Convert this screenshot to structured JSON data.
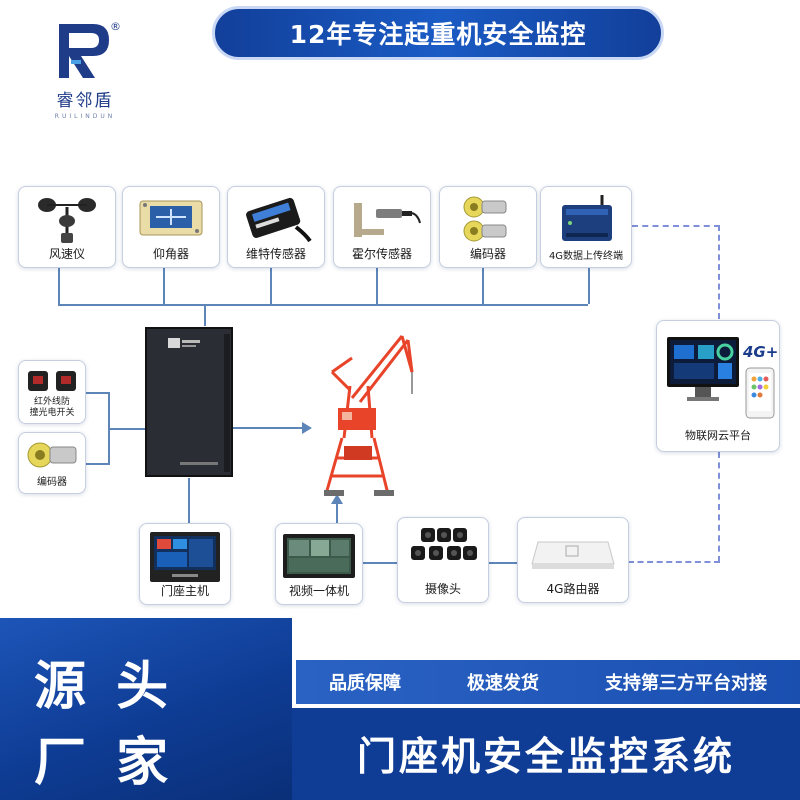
{
  "brand": {
    "name": "睿邻盾",
    "pinyin": "RUILINDUN",
    "registered_mark": "®"
  },
  "headline": "12年专注起重机安全监控",
  "sensors": [
    {
      "label": "风速仪",
      "icon": "anemometer-icon"
    },
    {
      "label": "仰角器",
      "icon": "inclinometer-icon"
    },
    {
      "label": "维特传感器",
      "icon": "tilt-sensor-icon"
    },
    {
      "label": "霍尔传感器",
      "icon": "hall-sensor-icon"
    },
    {
      "label": "编码器",
      "icon": "encoder-icon"
    },
    {
      "label": "4G数据上传终端",
      "icon": "data-terminal-icon"
    }
  ],
  "side_inputs": [
    {
      "label_lines": [
        "红外线防",
        "撞光电开关"
      ],
      "icon": "photoelectric-switch-icon"
    },
    {
      "label_lines": [
        "编码器"
      ],
      "icon": "encoder-icon"
    }
  ],
  "cloud_platform": {
    "label": "物联网云平台",
    "badge": "4G+"
  },
  "bottom_devices": [
    {
      "label": "门座主机",
      "icon": "host-display-icon"
    },
    {
      "label": "视频一体机",
      "icon": "video-monitor-icon"
    },
    {
      "label": "摄像头",
      "icon": "camera-icon"
    },
    {
      "label": "4G路由器",
      "icon": "router-icon"
    }
  ],
  "slogan": {
    "line1": "源 头",
    "line2": "厂 家"
  },
  "features": [
    "品质保障",
    "极速发货",
    "支持第三方平台对接"
  ],
  "footer_title": "门座机安全监控系统",
  "colors": {
    "brand_blue": "#123f9a",
    "crane_red": "#e8442a",
    "wire": "#5d85b8"
  }
}
